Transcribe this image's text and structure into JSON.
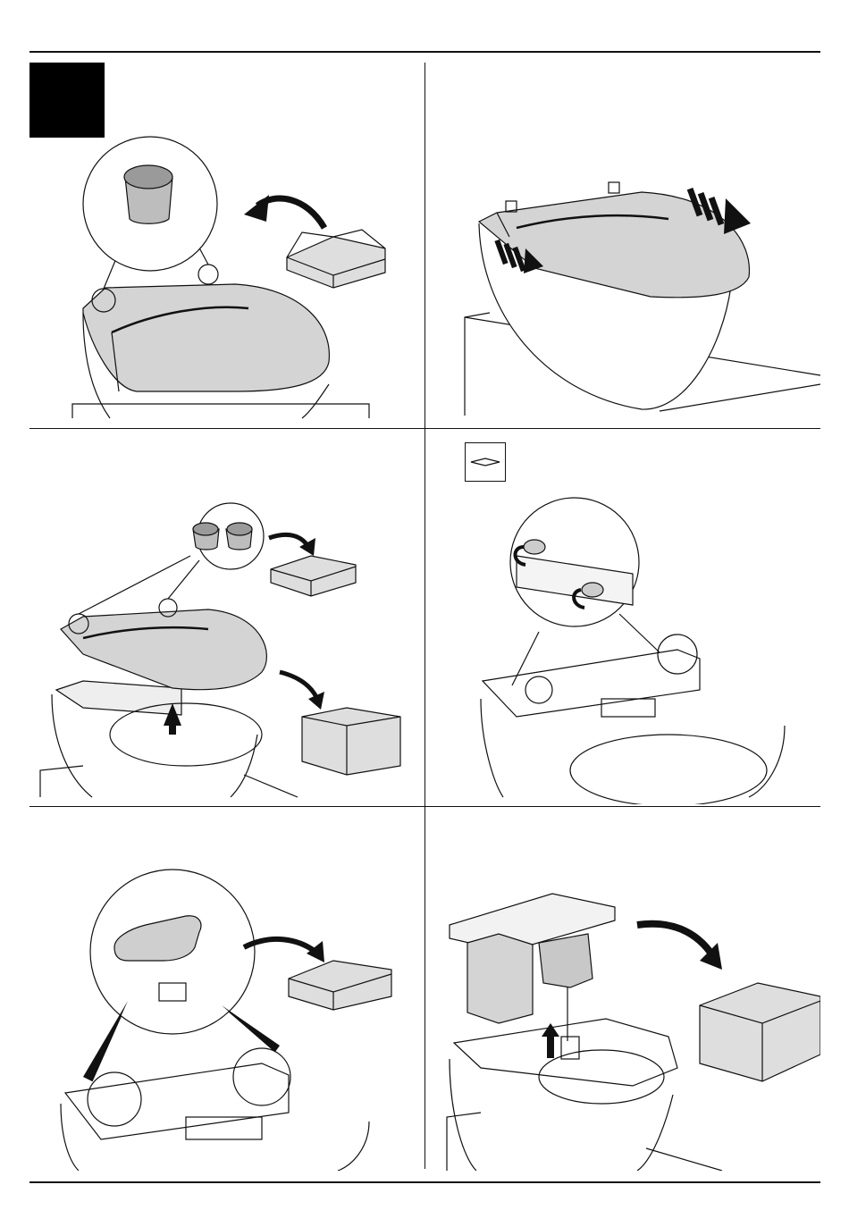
{
  "document": {
    "type": "installation-instructions-page",
    "layout": "3x2-panel-grid",
    "has_step_badge": true
  },
  "panels": [
    {
      "id": "panel-1",
      "icon": "remove-cap-to-box-icon"
    },
    {
      "id": "panel-2",
      "icon": "slide-seat-forward-icon"
    },
    {
      "id": "panel-3",
      "icon": "lift-seat-to-box-icon"
    },
    {
      "id": "panel-4",
      "icon": "unscrew-fixing-icon",
      "tool": "flathead-screwdriver-icon"
    },
    {
      "id": "panel-5",
      "icon": "remove-bracket-to-box-icon"
    },
    {
      "id": "panel-6",
      "icon": "lift-unit-to-box-icon"
    }
  ],
  "colors": {
    "line": "#111111",
    "seat_fill": "#d4d4d4",
    "box_fill": "#dedede",
    "badge": "#000000"
  }
}
